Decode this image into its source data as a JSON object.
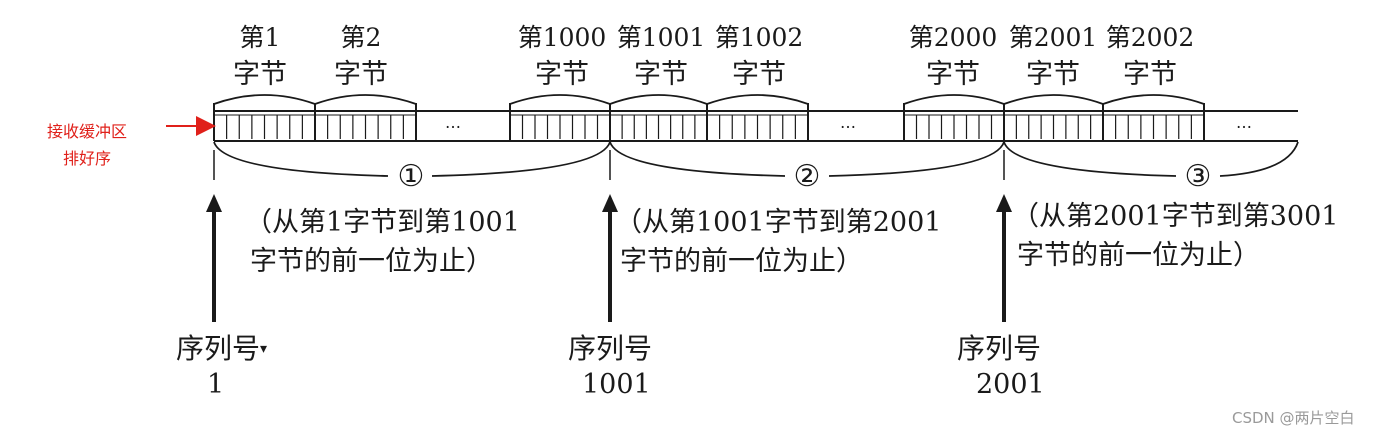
{
  "bytes": [
    {
      "top": "第1",
      "bottom": "字节"
    },
    {
      "top": "第2",
      "bottom": "字节"
    },
    {
      "top": "第1000",
      "bottom": "字节"
    },
    {
      "top": "第1001",
      "bottom": "字节"
    },
    {
      "top": "第1002",
      "bottom": "字节"
    },
    {
      "top": "第2000",
      "bottom": "字节"
    },
    {
      "top": "第2001",
      "bottom": "字节"
    },
    {
      "top": "第2002",
      "bottom": "字节"
    }
  ],
  "ellipsis": "…",
  "buffer_label": {
    "line1": "接收缓冲区",
    "line2": "排好序"
  },
  "segments": [
    {
      "marker": "①",
      "line1": "（从第1字节到第1001",
      "line2": "字节的前一位为止）"
    },
    {
      "marker": "②",
      "line1": "（从第1001字节到第2001",
      "line2": "字节的前一位为止）"
    },
    {
      "marker": "③",
      "line1": "（从第2001字节到第3001",
      "line2": "字节的前一位为止）"
    }
  ],
  "sequence_numbers": [
    {
      "label": "序列号",
      "value": "1",
      "mark": "▾"
    },
    {
      "label": "序列号",
      "value": "1001"
    },
    {
      "label": "序列号",
      "value": "2001"
    }
  ],
  "watermark": "CSDN @两片空白",
  "colors": {
    "ink": "#1a1a1a",
    "annotation": "#e0201a",
    "watermark": "#9a9a9a"
  }
}
